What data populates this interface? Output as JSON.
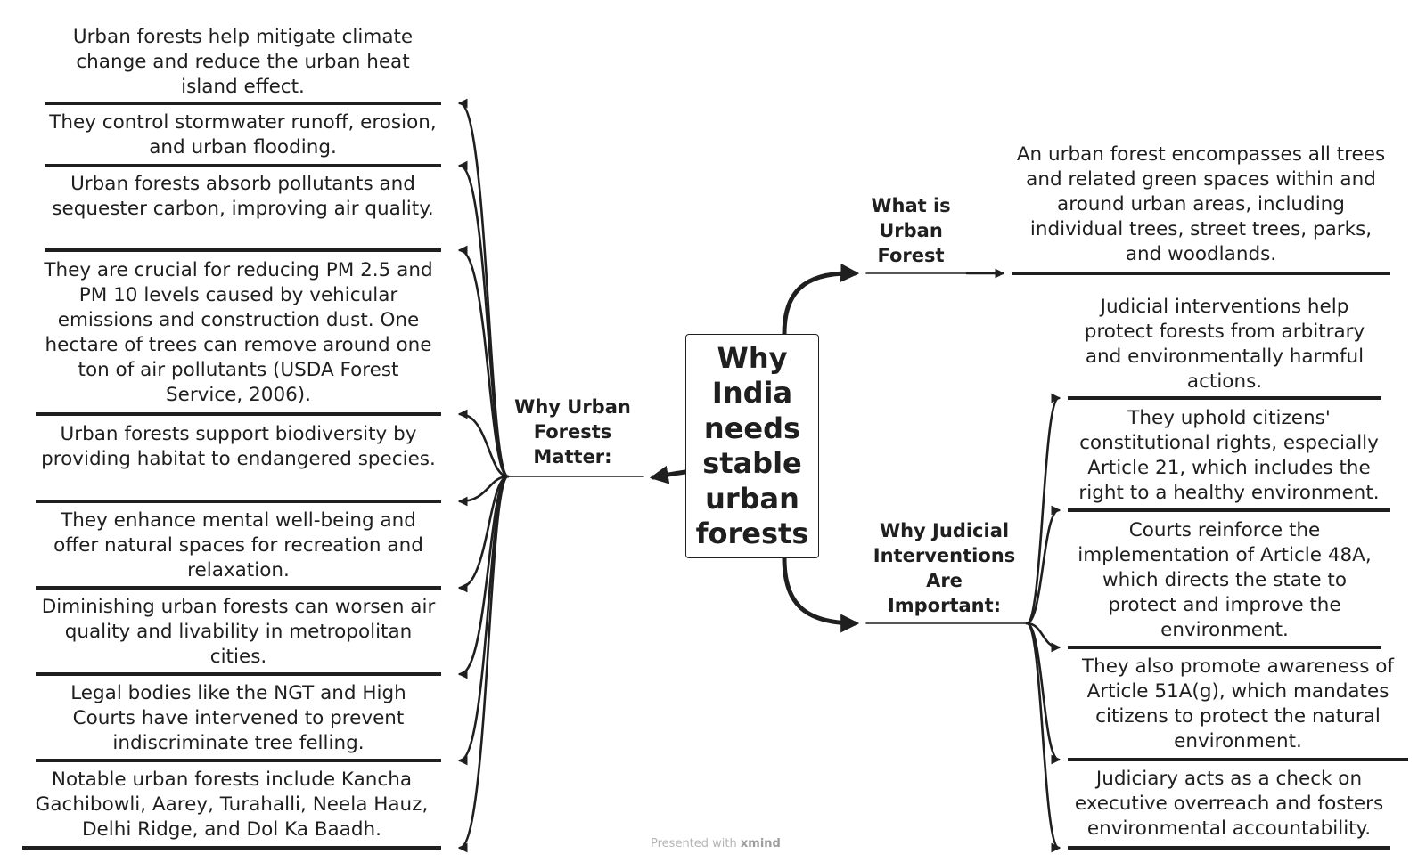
{
  "root": {
    "title": "Why India needs stable urban forests"
  },
  "branches": {
    "left": {
      "label": "Why Urban Forests Matter:",
      "items": [
        "Urban forests help mitigate climate change and reduce the urban heat island effect.",
        "They control stormwater runoff, erosion, and urban flooding.",
        "Urban forests absorb pollutants and sequester carbon, improving air quality.",
        "They are crucial for reducing PM 2.5 and PM 10 levels caused by vehicular emissions and construction dust. One hectare of trees can remove around one ton of air pollutants (USDA Forest Service, 2006).",
        "Urban forests support biodiversity by providing habitat to endangered species.",
        "They enhance mental well-being and offer natural spaces for recreation and relaxation.",
        "Diminishing urban forests can worsen air quality and livability in metropolitan cities.",
        "Legal bodies like the NGT and High Courts have intervened to prevent indiscriminate tree felling.",
        "Notable urban forests include Kancha Gachibowli, Aarey, Turahalli, Neela Hauz, Delhi Ridge, and Dol Ka Baadh."
      ]
    },
    "right_top": {
      "label": "What is Urban Forest",
      "items": [
        "An urban forest encompasses all trees and related green spaces within and around urban areas, including individual trees, street trees, parks, and woodlands."
      ]
    },
    "right_bottom": {
      "label": "Why Judicial Interventions Are Important:",
      "items": [
        "Judicial interventions help protect forests from arbitrary and environmentally harmful actions.",
        "They uphold citizens' constitutional rights, especially Article 21, which includes the right to a healthy environment.",
        "Courts reinforce the implementation of Article 48A, which directs the state to protect and improve the environment.",
        "They also promote awareness of Article 51A(g), which mandates citizens to protect the natural environment.",
        "Judiciary acts as a check on executive overreach and fosters environmental accountability."
      ]
    }
  },
  "footer": {
    "prefix": "Presented with",
    "brand": "xmind"
  },
  "colors": {
    "line": "#1f1f1f",
    "text": "#1f1f1f",
    "footer": "#b5b5b5"
  }
}
